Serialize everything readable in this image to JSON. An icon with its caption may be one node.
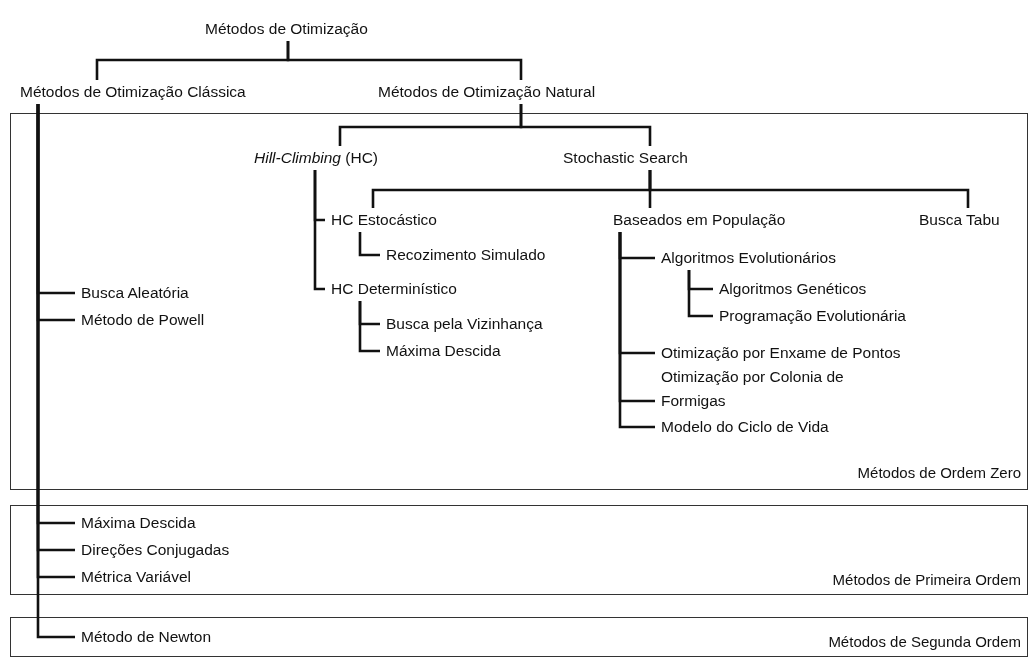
{
  "diagram": {
    "nodes": [
      {
        "text": [
          "Métodos de Otimização"
        ]
      },
      {
        "text": [
          "Métodos de Otimização Clássica"
        ]
      },
      {
        "text": [
          "Métodos de Otimização Natural"
        ]
      },
      {
        "text": [
          "Métodos de Ordem Zero"
        ]
      },
      {
        "text": [
          "*Hill-Climbing* (HC)"
        ],
        "in": 3
      },
      {
        "text": [
          "Stochastic Search"
        ],
        "in": 3
      },
      {
        "text": [
          "HC Estocástico"
        ],
        "in": 3
      },
      {
        "text": [
          "Baseados em População"
        ],
        "in": 3
      },
      {
        "text": [
          "Busca Tabu"
        ],
        "in": 3
      },
      {
        "text": [
          "Recozimento Simulado"
        ],
        "in": 3
      },
      {
        "text": [
          "Algoritmos Evolutionários"
        ],
        "in": 3
      },
      {
        "text": [
          "HC Determinístico"
        ],
        "in": 3
      },
      {
        "text": [
          "Algoritmos Genéticos"
        ],
        "in": 3
      },
      {
        "text": [
          "Busca Aleatória"
        ],
        "in": 3
      },
      {
        "text": [
          "Programação Evolutionária"
        ],
        "in": 3
      },
      {
        "text": [
          "Método de Powell"
        ],
        "in": 3
      },
      {
        "text": [
          "Busca pela Vizinhança"
        ],
        "in": 3
      },
      {
        "text": [
          "Otimização por Enxame de Pontos"
        ],
        "in": 3
      },
      {
        "text": [
          "Máxima Descida"
        ],
        "in": 3
      },
      {
        "text": [
          "Otimização por Colonia de Formigas"
        ],
        "in": 3
      },
      {
        "text": [
          "Modelo do Ciclo de Vida"
        ],
        "in": 3
      },
      {
        "text": [
          "Métodos de Primeira Ordem"
        ]
      },
      {
        "text": [
          "Máxima Descida"
        ],
        "in": 21
      },
      {
        "text": [
          "Direções Conjugadas"
        ],
        "in": 21
      },
      {
        "text": [
          "Métrica Variável"
        ],
        "in": 21
      },
      {
        "text": [
          "Métodos de Segunda Ordem"
        ]
      },
      {
        "text": [
          "Método de Newton"
        ],
        "in": 25
      }
    ],
    "edges": [
      {
        "from": 0,
        "to": 1,
        "arrow": "none"
      },
      {
        "from": 0,
        "to": 2,
        "arrow": "none"
      },
      {
        "from": 2,
        "to": 4,
        "arrow": "none"
      },
      {
        "from": 2,
        "to": 5,
        "arrow": "none"
      },
      {
        "from": 5,
        "to": 6,
        "arrow": "none"
      },
      {
        "from": 5,
        "to": 7,
        "arrow": "none"
      },
      {
        "from": 5,
        "to": 8,
        "arrow": "none"
      },
      {
        "from": 4,
        "to": 6,
        "arrow": "none"
      },
      {
        "from": 4,
        "to": 11,
        "arrow": "none"
      },
      {
        "from": 6,
        "to": 9,
        "arrow": "none"
      },
      {
        "from": 11,
        "to": 16,
        "arrow": "none"
      },
      {
        "from": 11,
        "to": 18,
        "arrow": "none"
      },
      {
        "from": 7,
        "to": 10,
        "arrow": "none"
      },
      {
        "from": 10,
        "to": 12,
        "arrow": "none"
      },
      {
        "from": 10,
        "to": 14,
        "arrow": "none"
      },
      {
        "from": 7,
        "to": 17,
        "arrow": "none"
      },
      {
        "from": 7,
        "to": 19,
        "arrow": "none"
      },
      {
        "from": 7,
        "to": 20,
        "arrow": "none"
      },
      {
        "from": 1,
        "to": 13,
        "arrow": "none"
      },
      {
        "from": 1,
        "to": 15,
        "arrow": "none"
      },
      {
        "from": 1,
        "to": 22,
        "arrow": "none"
      },
      {
        "from": 1,
        "to": 23,
        "arrow": "none"
      },
      {
        "from": 1,
        "to": 24,
        "arrow": "none"
      },
      {
        "from": 1,
        "to": 26,
        "arrow": "none"
      }
    ]
  }
}
